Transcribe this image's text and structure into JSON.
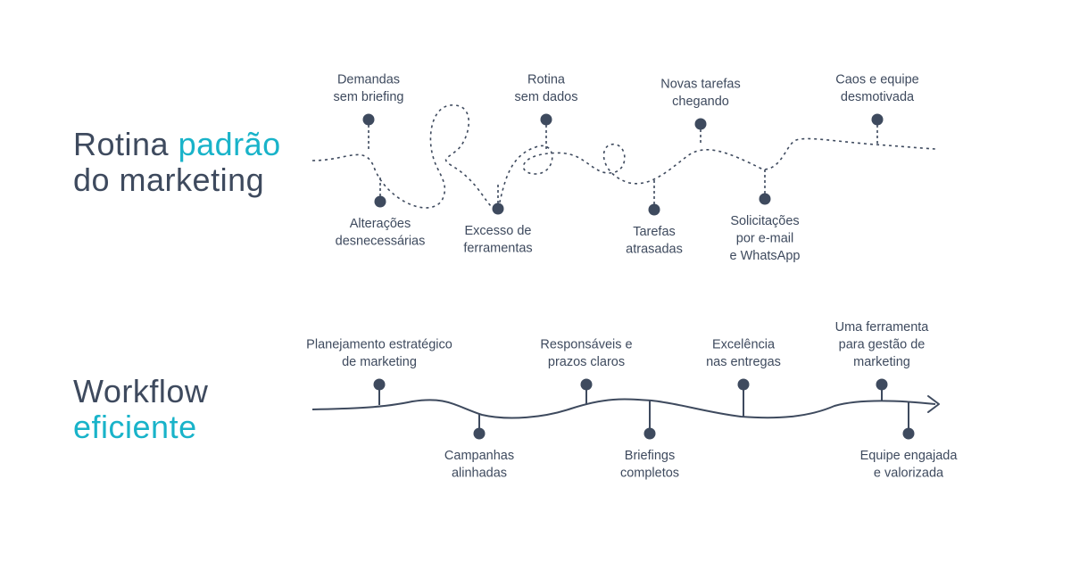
{
  "colors": {
    "text": "#3e4a5e",
    "accent": "#19b3c9",
    "line": "#3e4a5e"
  },
  "section_chaos": {
    "title_line1_plain": "Rotina ",
    "title_line1_accent": "padrão",
    "title_line2": "do marketing",
    "labels": [
      [
        "Demandas",
        "sem briefing"
      ],
      [
        "Alterações",
        "desnecessárias"
      ],
      [
        "Rotina",
        "sem dados"
      ],
      [
        "Excesso de",
        "ferramentas"
      ],
      [
        "Novas tarefas",
        "chegando"
      ],
      [
        "Tarefas",
        "atrasadas"
      ],
      [
        "Solicitações",
        "por e-mail",
        "e WhatsApp"
      ],
      [
        "Caos e equipe",
        "desmotivada"
      ]
    ]
  },
  "section_workflow": {
    "title_line1": "Workflow",
    "title_line2_accent": "eficiente",
    "labels": [
      [
        "Planejamento estratégico",
        "de marketing"
      ],
      [
        "Campanhas",
        "alinhadas"
      ],
      [
        "Responsáveis e",
        "prazos claros"
      ],
      [
        "Briefings",
        "completos"
      ],
      [
        "Excelência",
        "nas entregas"
      ],
      [
        "Uma ferramenta",
        "para gestão de",
        "marketing"
      ],
      [
        "Equipe engajada",
        "e valorizada"
      ]
    ]
  }
}
